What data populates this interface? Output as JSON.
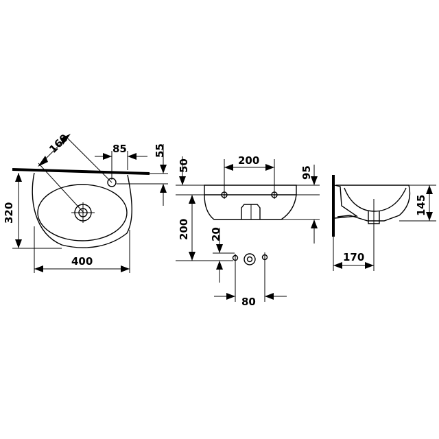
{
  "dimensions": {
    "top_view": {
      "diagonal": "160",
      "tap_offset": "85",
      "tap_to_edge": "55",
      "depth": "320",
      "width": "400"
    },
    "front_view": {
      "holes_spacing": "200",
      "top_offset": "50",
      "height": "95",
      "mount_height": "200",
      "drain_offset": "20",
      "drain_spacing": "80"
    },
    "side_view": {
      "height": "145",
      "depth": "170"
    }
  },
  "colors": {
    "line": "#000000",
    "background": "#ffffff"
  }
}
